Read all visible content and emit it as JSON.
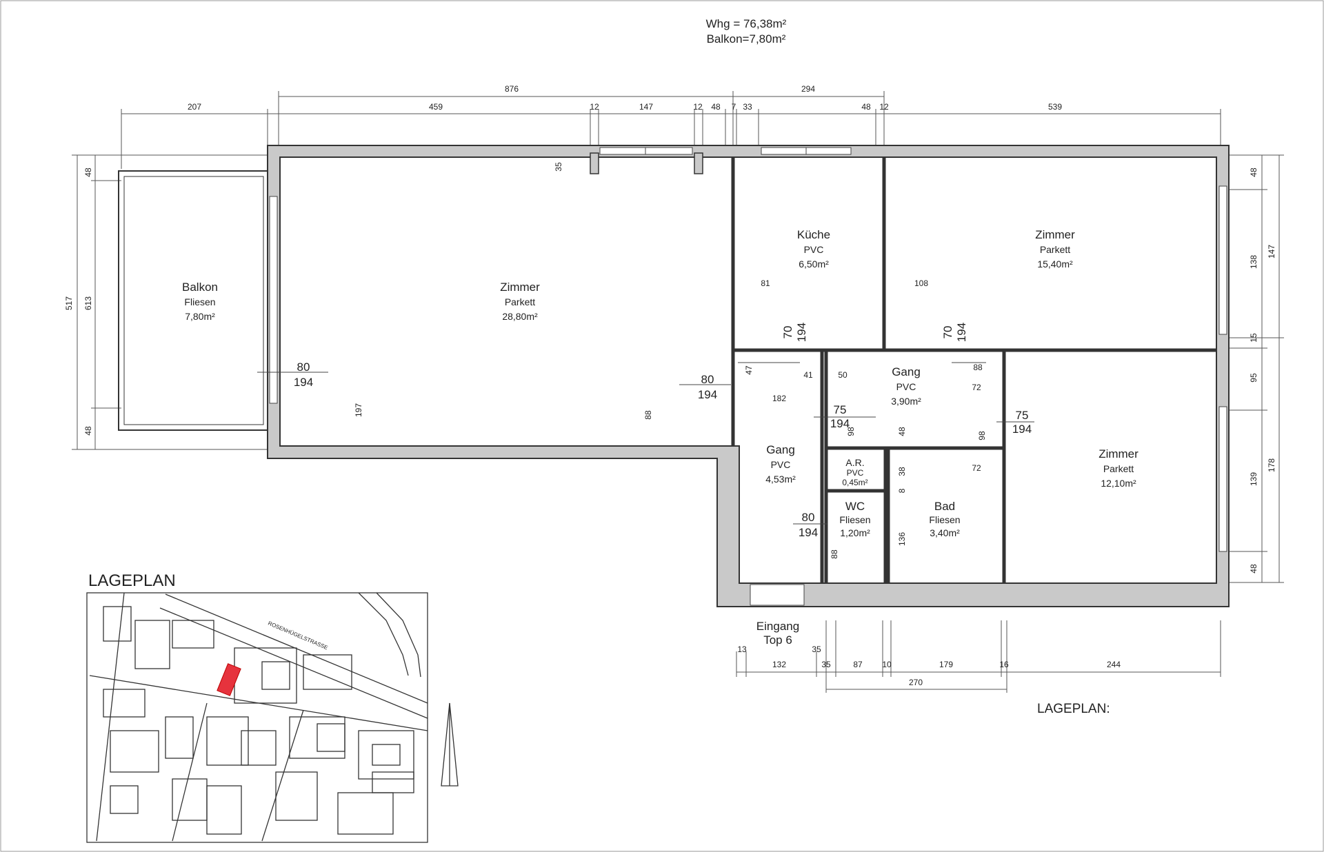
{
  "areas": {
    "apartment": "Whg = 76,38m²",
    "balcony": "Balkon=7,80m²"
  },
  "rooms": [
    {
      "id": "balkon",
      "name": "Balkon",
      "floor": "Fliesen",
      "area": "7,80m²"
    },
    {
      "id": "zimmer-main",
      "name": "Zimmer",
      "floor": "Parkett",
      "area": "28,80m²"
    },
    {
      "id": "kueche",
      "name": "Küche",
      "floor": "PVC",
      "area": "6,50m²"
    },
    {
      "id": "zimmer-ne",
      "name": "Zimmer",
      "floor": "Parkett",
      "area": "15,40m²"
    },
    {
      "id": "gang-mid",
      "name": "Gang",
      "floor": "PVC",
      "area": "3,90m²"
    },
    {
      "id": "zimmer-se",
      "name": "Zimmer",
      "floor": "Parkett",
      "area": "12,10m²"
    },
    {
      "id": "gang-left",
      "name": "Gang",
      "floor": "PVC",
      "area": "4,53m²"
    },
    {
      "id": "ar",
      "name": "A.R.",
      "floor": "PVC",
      "area": "0,45m²"
    },
    {
      "id": "wc",
      "name": "WC",
      "floor": "Fliesen",
      "area": "1,20m²"
    },
    {
      "id": "bad",
      "name": "Bad",
      "floor": "Fliesen",
      "area": "3,40m²"
    }
  ],
  "entrance": {
    "line1": "Eingang",
    "line2": "Top 6"
  },
  "labels": {
    "lageplan_title": "LAGEPLAN",
    "lageplan_note": "LAGEPLAN:"
  },
  "map": {
    "street": "ROSENHÜGELSTRASSE"
  },
  "dims": {
    "top_overall": [
      "876",
      "294"
    ],
    "top_detail": [
      "207",
      "459",
      "12",
      "147",
      "12",
      "48",
      "7",
      "33",
      "48",
      "12",
      "539"
    ],
    "left": [
      "517",
      "613",
      "48",
      "48"
    ],
    "right": [
      "48",
      "138",
      "147",
      "15",
      "95",
      "178",
      "139",
      "48"
    ],
    "bottom_detail": [
      "13",
      "35",
      "132",
      "35",
      "87",
      "10",
      "179",
      "16",
      "244"
    ],
    "bottom_overall": [
      "270"
    ],
    "openings": [
      "80",
      "194",
      "80",
      "194",
      "70",
      "194",
      "70",
      "194",
      "75",
      "194",
      "75",
      "194",
      "80",
      "194"
    ],
    "interior": [
      "35",
      "197",
      "88",
      "81",
      "108",
      "47",
      "41",
      "182",
      "50",
      "88",
      "72",
      "72",
      "98",
      "98",
      "48",
      "38",
      "8",
      "136",
      "88"
    ]
  }
}
